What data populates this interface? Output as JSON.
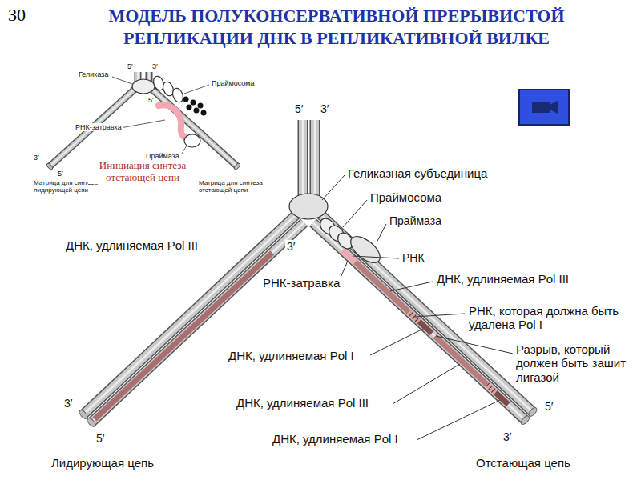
{
  "diagram": {
    "title": "МОДЕЛЬ ПОЛУКОНСЕРВАТИВНОЙ ПРЕРЫВИСТОЙ РЕПЛИКАЦИИ ДНК В РЕПЛИКАТИВНОЙ ВИЛКЕ",
    "labels": [
      "30",
      "5′",
      "3′",
      "Геликаза",
      "Праймосома",
      "5′",
      "РНК-затравка",
      "Праймаза",
      "3′",
      "5′",
      "Матрица для синтеза лидирующей цепи",
      "Инициация синтеза отстающей цепи",
      "Матрица для синтеза отстающей цепи",
      "5′",
      "3′",
      "Геликазная субъединица",
      "Праймосома",
      "Праймаза",
      "ДНК, удлиняемая Pol III",
      "3′",
      "РНК",
      "РНК-затравка",
      "ДНК, удлиняемая Pol III",
      "РНК, которая должна быть удалена Pol I",
      "ДНК, удлиняемая Pol I",
      "Разрыв, который должен быть зашит лигазой",
      "ДНК, удлиняемая Pol III",
      "3′",
      "5′",
      "5′",
      "ДНК, удлиняемая Pol I",
      "3′",
      "Лидирующая цепь",
      "Отстающая цепь"
    ]
  }
}
